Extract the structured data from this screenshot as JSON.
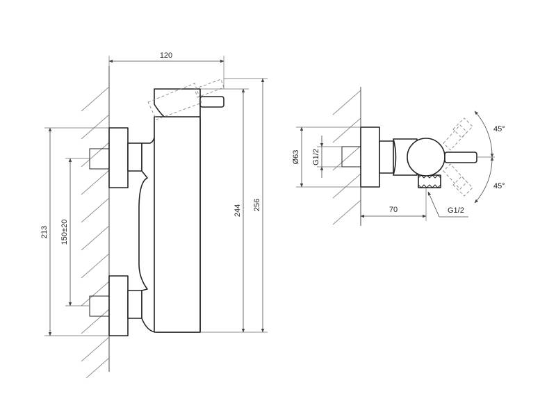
{
  "front_view": {
    "dim_width": "120",
    "dim_height_total": "256",
    "dim_height_body": "244",
    "dim_height_outlet": "213",
    "dim_inlet_spacing": "150±20"
  },
  "side_view": {
    "dim_diameter": "Ø63",
    "dim_thread_inlet": "G1/2",
    "dim_depth": "70",
    "dim_thread_outlet": "G1/2",
    "angle_upper": "45°",
    "angle_lower": "45°"
  }
}
